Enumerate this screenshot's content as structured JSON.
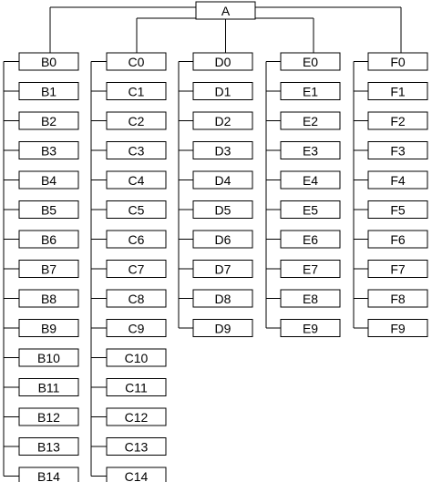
{
  "root": {
    "label": "A"
  },
  "columns": [
    {
      "head": "B0",
      "items": [
        "B1",
        "B2",
        "B3",
        "B4",
        "B5",
        "B6",
        "B7",
        "B8",
        "B9",
        "B10",
        "B11",
        "B12",
        "B13",
        "B14"
      ]
    },
    {
      "head": "C0",
      "items": [
        "C1",
        "C2",
        "C3",
        "C4",
        "C5",
        "C6",
        "C7",
        "C8",
        "C9",
        "C10",
        "C11",
        "C12",
        "C13",
        "C14"
      ]
    },
    {
      "head": "D0",
      "items": [
        "D1",
        "D2",
        "D3",
        "D4",
        "D5",
        "D6",
        "D7",
        "D8",
        "D9"
      ]
    },
    {
      "head": "E0",
      "items": [
        "E1",
        "E2",
        "E3",
        "E4",
        "E5",
        "E6",
        "E7",
        "E8",
        "E9"
      ]
    },
    {
      "head": "F0",
      "items": [
        "F1",
        "F2",
        "F3",
        "F4",
        "F5",
        "F6",
        "F7",
        "F8",
        "F9"
      ]
    }
  ]
}
